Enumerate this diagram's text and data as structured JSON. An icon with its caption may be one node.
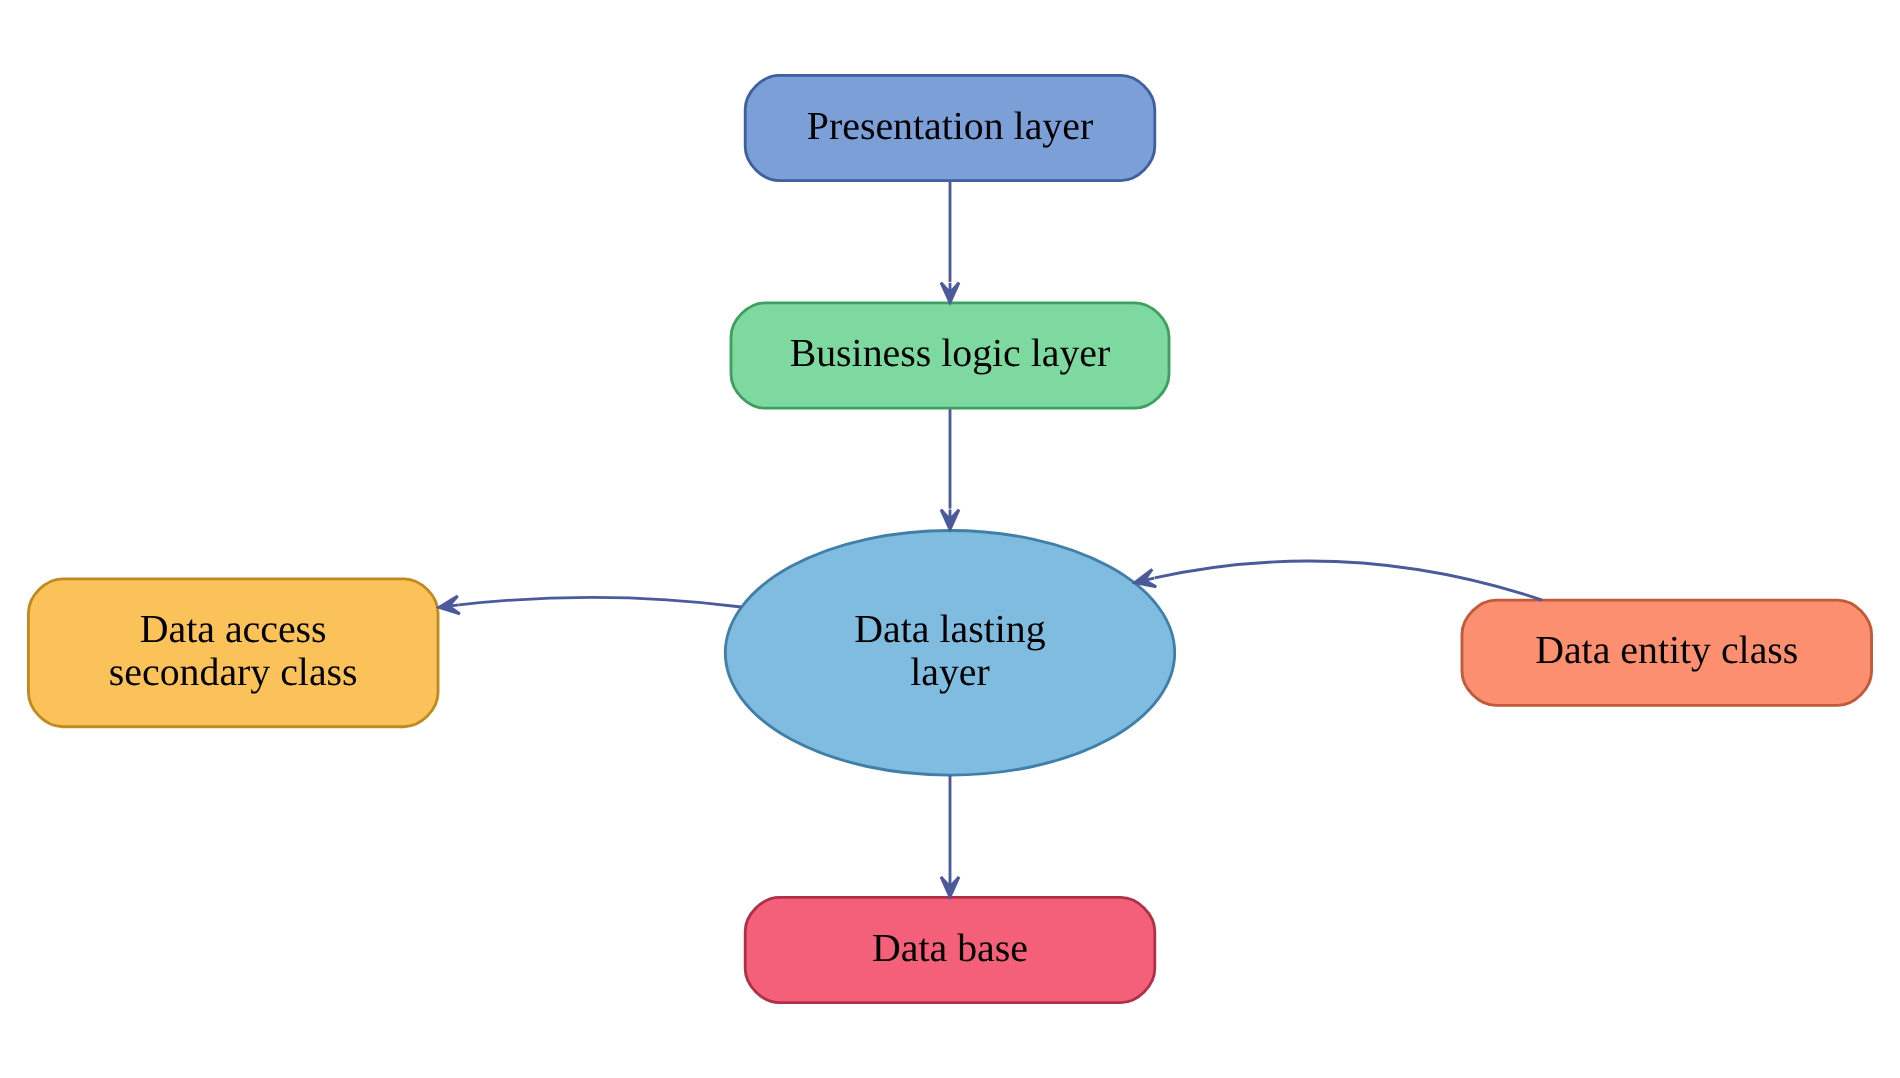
{
  "diagram": {
    "nodes": [
      {
        "text": [
          "Presentation layer"
        ]
      },
      {
        "text": [
          "Business logic layer"
        ]
      },
      {
        "text": [
          "Data lasting layer"
        ]
      },
      {
        "text": [
          "Data access secondary class"
        ]
      },
      {
        "text": [
          "Data entity class"
        ]
      },
      {
        "text": [
          "Data base"
        ]
      }
    ],
    "edges": [
      {
        "from": 0,
        "to": 1,
        "arrow": "to"
      },
      {
        "from": 1,
        "to": 2,
        "arrow": "to"
      },
      {
        "from": 2,
        "to": 3,
        "arrow": "to"
      },
      {
        "from": 4,
        "to": 2,
        "arrow": "to"
      },
      {
        "from": 2,
        "to": 5,
        "arrow": "to"
      }
    ]
  }
}
